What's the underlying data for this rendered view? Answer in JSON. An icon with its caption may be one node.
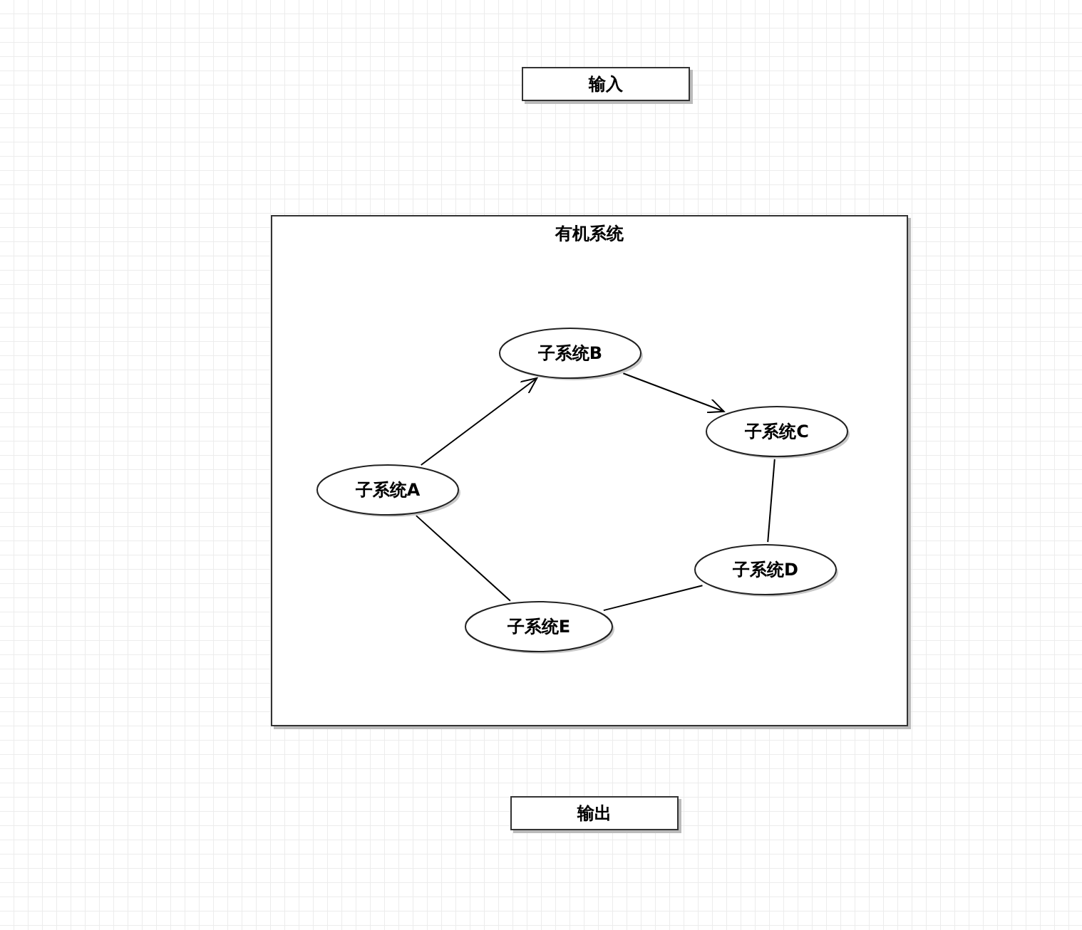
{
  "diagram": {
    "nodes": [
      {
        "text": [
          "输入"
        ]
      },
      {
        "text": [
          "有机系统"
        ]
      },
      {
        "text": [
          "子系统A"
        ],
        "in": 1
      },
      {
        "text": [
          "子系统B"
        ],
        "in": 1
      },
      {
        "text": [
          "子系统C"
        ],
        "in": 1
      },
      {
        "text": [
          "子系统D"
        ],
        "in": 1
      },
      {
        "text": [
          "子系统E"
        ],
        "in": 1
      },
      {
        "text": [
          "输出"
        ]
      }
    ],
    "edges": [
      {
        "from": 2,
        "to": 3,
        "arrow": "to"
      },
      {
        "from": 3,
        "to": 4,
        "arrow": "to"
      },
      {
        "from": 4,
        "to": 5,
        "arrow": "none"
      },
      {
        "from": 5,
        "to": 6,
        "arrow": "none"
      },
      {
        "from": 6,
        "to": 2,
        "arrow": "none"
      }
    ]
  }
}
